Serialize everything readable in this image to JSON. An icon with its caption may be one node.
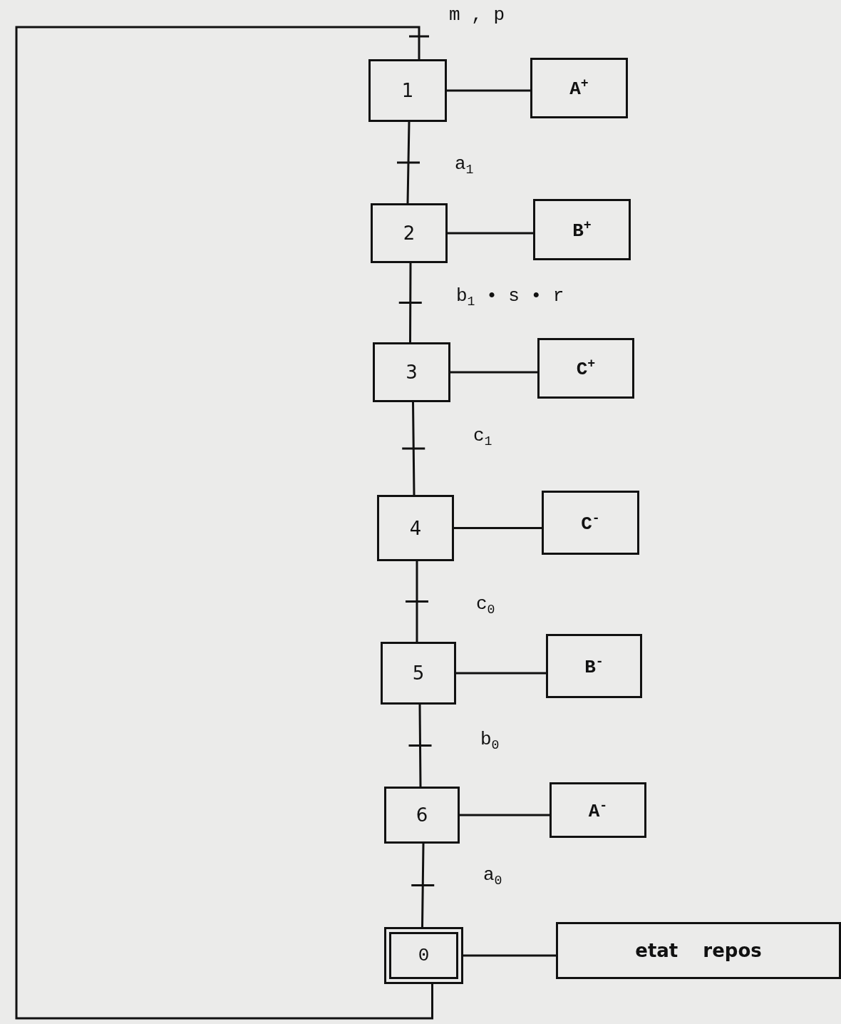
{
  "diagram": {
    "nodes": [
      {
        "text": [
          "1"
        ]
      },
      {
        "text": [
          "A$^{+}$"
        ]
      },
      {
        "text": [
          "2"
        ]
      },
      {
        "text": [
          "B$^{+}$"
        ]
      },
      {
        "text": [
          "3"
        ]
      },
      {
        "text": [
          "C$^{+}$"
        ]
      },
      {
        "text": [
          "4"
        ]
      },
      {
        "text": [
          "C$^{-}$"
        ]
      },
      {
        "text": [
          "5"
        ]
      },
      {
        "text": [
          "B$^{-}$"
        ]
      },
      {
        "text": [
          "6"
        ]
      },
      {
        "text": [
          "A$^{-}$"
        ]
      },
      {
        "text": [
          "0"
        ]
      },
      {
        "text": [
          "etat repos"
        ]
      }
    ],
    "edges": [
      {
        "from": 0,
        "to": 1,
        "arrow": "none"
      },
      {
        "from": 0,
        "to": 2,
        "arrow": "none",
        "label": "a$_{1}$"
      },
      {
        "from": 2,
        "to": 3,
        "arrow": "none"
      },
      {
        "from": 2,
        "to": 4,
        "arrow": "none",
        "label": "b$_{1}$ • s • r"
      },
      {
        "from": 4,
        "to": 5,
        "arrow": "none"
      },
      {
        "from": 4,
        "to": 6,
        "arrow": "none",
        "label": "c$_{1}$"
      },
      {
        "from": 6,
        "to": 7,
        "arrow": "none"
      },
      {
        "from": 6,
        "to": 8,
        "arrow": "none",
        "label": "c$_{0}$"
      },
      {
        "from": 8,
        "to": 9,
        "arrow": "none"
      },
      {
        "from": 8,
        "to": 10,
        "arrow": "none",
        "label": "b$_{0}$"
      },
      {
        "from": 10,
        "to": 11,
        "arrow": "none"
      },
      {
        "from": 10,
        "to": 12,
        "arrow": "none",
        "label": "a$_{0}$"
      },
      {
        "from": 12,
        "to": 13,
        "arrow": "none"
      },
      {
        "from": 12,
        "to": 0,
        "arrow": "none",
        "label": "m , p"
      }
    ]
  }
}
